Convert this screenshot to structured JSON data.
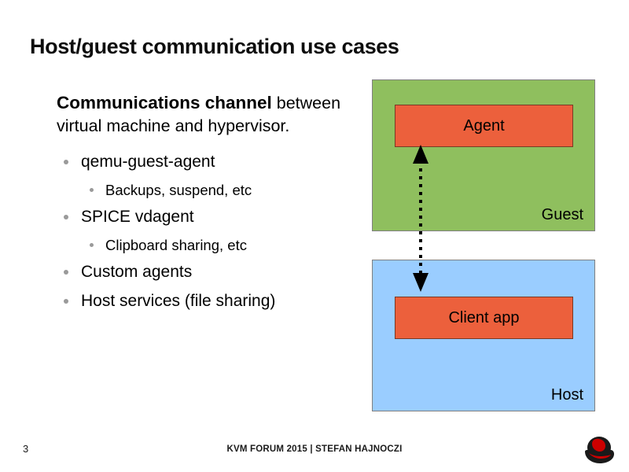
{
  "slide": {
    "title": "Host/guest communication use cases",
    "lead": {
      "strong": "Communications channel",
      "rest": " between virtual machine and hypervisor."
    },
    "bullets": [
      {
        "level": 1,
        "text": "qemu-guest-agent"
      },
      {
        "level": 2,
        "text": "Backups, suspend, etc"
      },
      {
        "level": 1,
        "text": "SPICE vdagent"
      },
      {
        "level": 2,
        "text": "Clipboard sharing, etc"
      },
      {
        "level": 1,
        "text": "Custom agents"
      },
      {
        "level": 1,
        "text": "Host services (file sharing)"
      }
    ]
  },
  "diagram": {
    "guest": {
      "label": "Guest",
      "color": "#8FBF5E",
      "inner": {
        "label": "Agent",
        "color": "#EC603C"
      }
    },
    "host": {
      "label": "Host",
      "color": "#9ACDFF",
      "inner": {
        "label": "Client app",
        "color": "#EC603C"
      }
    },
    "connector": {
      "name": "bidirectional-dotted-arrow",
      "style": "dotted",
      "arrowheads": "both",
      "color": "#000000"
    }
  },
  "footer": {
    "page_number": "3",
    "credit": "KVM FORUM 2015 | STEFAN HAJNOCZI",
    "logo_name": "red-hat-shadowman-logo",
    "logo_colors": {
      "hat": "#1a1a1a",
      "face": "#CC0000"
    }
  }
}
